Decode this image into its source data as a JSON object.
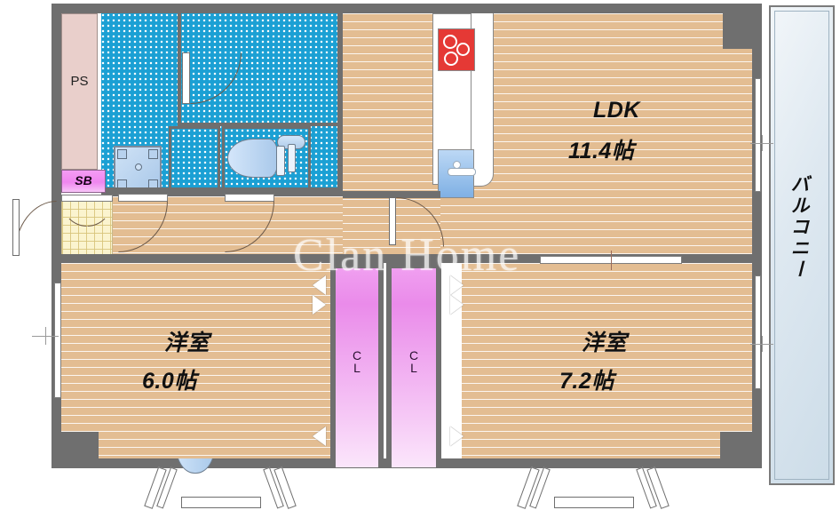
{
  "plan": {
    "watermark": "Clan Home",
    "layout_type": "2LDK apartment floor plan"
  },
  "rooms": [
    {
      "id": "ldk",
      "name": "LDK",
      "area": "11.4帖",
      "floor": "wood"
    },
    {
      "id": "washitsu_left",
      "name": "洋室",
      "area": "6.0帖",
      "floor": "wood"
    },
    {
      "id": "washitsu_right",
      "name": "洋室",
      "area": "7.2帖",
      "floor": "wood"
    }
  ],
  "labels": {
    "ps": "PS",
    "sb": "SB",
    "closet_left": "CL",
    "closet_right": "CL",
    "balcony": "バルコニー"
  },
  "fixtures": [
    {
      "name": "washing-machine-pan"
    },
    {
      "name": "bathtub"
    },
    {
      "name": "washbasin"
    },
    {
      "name": "toilet"
    },
    {
      "name": "gas-stove-3-burner"
    },
    {
      "name": "kitchen-sink"
    },
    {
      "name": "storage-closet"
    }
  ],
  "colors": {
    "wall": "#6f6f6f",
    "wood_floor": "#e3bd92",
    "wet_tile": "#1ba0d4",
    "entry_tile": "#fbf4cf",
    "closet": "#ef86ef",
    "pipe_shaft": "#e9cfcb",
    "balcony": "#dfe9f1",
    "stove": "#e53935",
    "sink": "#7fb0e4"
  }
}
